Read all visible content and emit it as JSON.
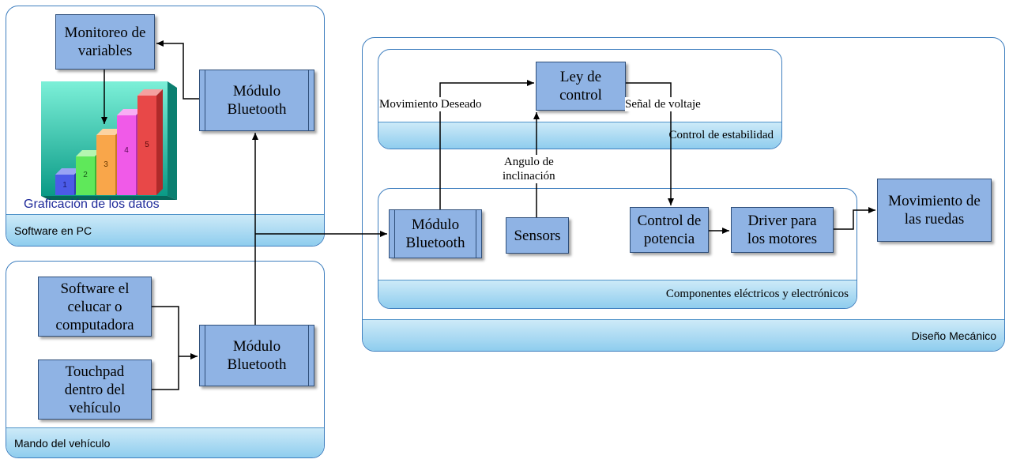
{
  "groups": {
    "software_pc": "Software en PC",
    "mando": "Mando del vehículo",
    "diseno": "Diseño Mecánico",
    "control_estabilidad": "Control de estabilidad",
    "componentes": "Componentes eléctricos y electrónicos"
  },
  "blocks": {
    "monitoreo": "Monitoreo de\nvariables",
    "modulo_pc": "Módulo\nBluetooth",
    "software_cel": "Software el\ncelucar o\ncomputadora",
    "touchpad": "Touchpad\ndentro del\nvehículo",
    "modulo_mando": "Módulo\nBluetooth",
    "ley_control": "Ley de\ncontrol",
    "modulo_comp": "Módulo\nBluetooth",
    "sensors": "Sensors",
    "control_potencia": "Control de\npotencia",
    "driver": "Driver para\nlos motores",
    "movimiento_ruedas": "Movimiento de\nlas ruedas"
  },
  "labels": {
    "movimiento_deseado": "Movimiento Deseado",
    "senal_voltaje": "Señal de voltaje",
    "angulo": "Angulo de\ninclinación"
  },
  "chart": {
    "caption": "Graficación de los datos",
    "bars": [
      "1",
      "2",
      "3",
      "4",
      "5"
    ],
    "colors": [
      "#4b5be8",
      "#5fe85a",
      "#f9a64a",
      "#f05ae8",
      "#e84848"
    ]
  }
}
